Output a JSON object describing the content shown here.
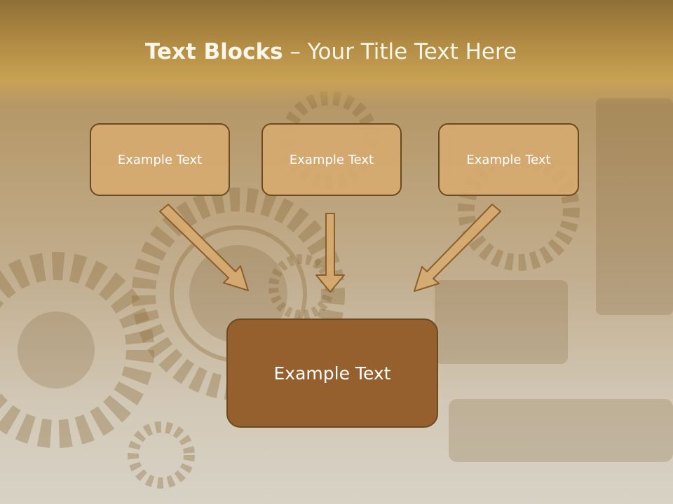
{
  "title": {
    "strong": "Text Blocks",
    "dash": " – ",
    "rest": "Your Title Text Here"
  },
  "blocks": [
    {
      "label": "Example Text"
    },
    {
      "label": "Example Text"
    },
    {
      "label": "Example Text"
    }
  ],
  "main_block": {
    "label": "Example Text"
  },
  "colors": {
    "title_band": "#b48e45",
    "small_box_fill": "#d6aa70",
    "main_box_fill": "#965f2e",
    "box_border": "#6b4a1e",
    "arrow_fill": "#d6aa70"
  },
  "background": {
    "image": "bronze gears and cogs"
  }
}
